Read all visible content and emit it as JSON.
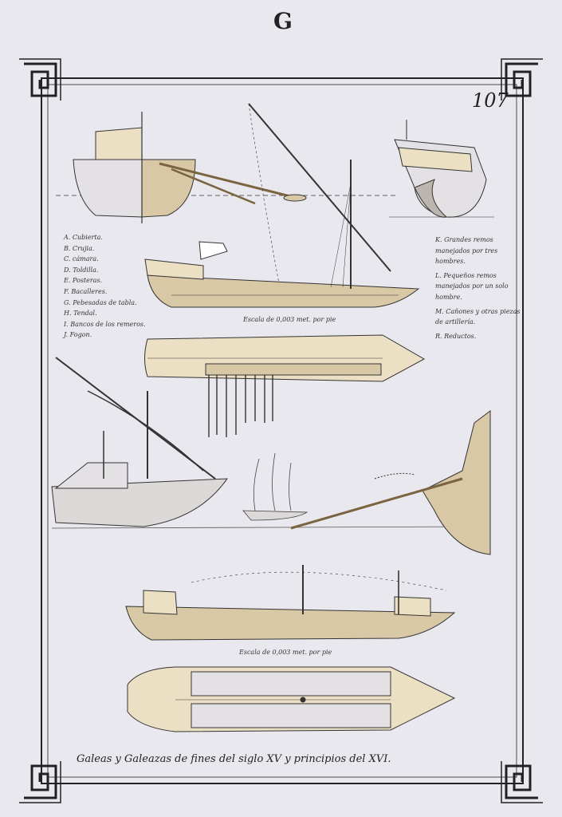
{
  "plate": {
    "letter": "G",
    "page_number": "107",
    "title": "Galeas y Galeazas de fines del siglo XV y principios del XVI."
  },
  "legend_left": [
    "A. Cubierta.",
    "B. Crujia.",
    "C. cámara.",
    "D. Toldilla.",
    "E. Posteras.",
    "F. Bacalleres.",
    "G. Pebesadas de tabla.",
    "H. Tendal.",
    "I. Bancos de los remeros.",
    "J. Fogon."
  ],
  "legend_right": [
    "K. Grandes remos manejados por tres hombres.",
    "L. Pequeños remos manejados por un solo hombre.",
    "M. Cañones y otras piezas de artillería.",
    "R. Reductos."
  ],
  "scales": {
    "scale_1": "Escala de 0,003 met. por pie",
    "scale_2": "Escala de 0,003 met. por pie"
  },
  "colors": {
    "paper": "#e9e8ee",
    "ink": "#2a2620",
    "hull_wash": "#d9c8a6",
    "deck_wash": "#ece0c4"
  }
}
